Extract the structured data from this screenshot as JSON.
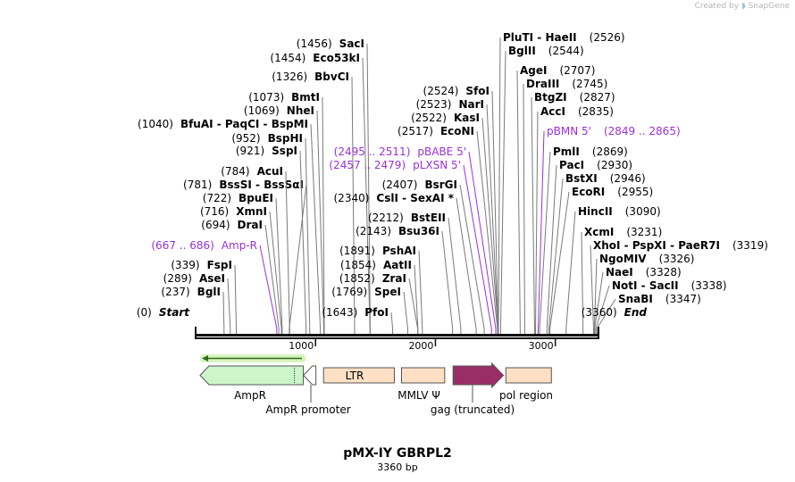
{
  "brand": {
    "prefix": "Created by",
    "name": "SnapGene"
  },
  "title": "pMX-IY GBRPL2",
  "subtitle": "3360 bp",
  "scale": {
    "length": 3360,
    "ticks": [
      "1000",
      "2000",
      "3000"
    ]
  },
  "colors": {
    "primer": "#9b30d9",
    "ampr": "#ccf5cc",
    "ampr_promoter": "#ffffff",
    "ltr": "#ffe0c4",
    "gag": "#992e66",
    "direction_arrow": "#00b300"
  },
  "sites": [
    {
      "coord": "(0)",
      "name": "Start",
      "bp": 0,
      "type": "marker"
    },
    {
      "coord": "(237)",
      "name": "BglI",
      "bp": 237
    },
    {
      "coord": "(289)",
      "name": "AseI",
      "bp": 289
    },
    {
      "coord": "(339)",
      "name": "FspI",
      "bp": 339
    },
    {
      "coord": "(667 .. 686)",
      "name": "Amp-R",
      "bp": 677,
      "type": "primer"
    },
    {
      "coord": "(694)",
      "name": "DraI",
      "bp": 694
    },
    {
      "coord": "(716)",
      "name": "XmnI",
      "bp": 716
    },
    {
      "coord": "(722)",
      "name": "BpuEI",
      "bp": 722
    },
    {
      "coord": "(781)",
      "name": "BssSI - BssSαI",
      "bp": 781
    },
    {
      "coord": "(784)",
      "name": "AcuI",
      "bp": 784
    },
    {
      "coord": "(921)",
      "name": "SspI",
      "bp": 921
    },
    {
      "coord": "(952)",
      "name": "BspHI",
      "bp": 952
    },
    {
      "coord": "(1040)",
      "name": "BfuAI - PaqCI - BspMI",
      "bp": 1040
    },
    {
      "coord": "(1069)",
      "name": "NheI",
      "bp": 1069
    },
    {
      "coord": "(1073)",
      "name": "BmtI",
      "bp": 1073
    },
    {
      "coord": "(1326)",
      "name": "BbvCI",
      "bp": 1326
    },
    {
      "coord": "(1454)",
      "name": "Eco53kI",
      "bp": 1454
    },
    {
      "coord": "(1456)",
      "name": "SacI",
      "bp": 1456
    },
    {
      "coord": "(1643)",
      "name": "PfoI",
      "bp": 1643
    },
    {
      "coord": "(1769)",
      "name": "SpeI",
      "bp": 1769
    },
    {
      "coord": "(1852)",
      "name": "ZraI",
      "bp": 1852
    },
    {
      "coord": "(1854)",
      "name": "AatII",
      "bp": 1854
    },
    {
      "coord": "(1891)",
      "name": "PshAI",
      "bp": 1891
    },
    {
      "coord": "(2143)",
      "name": "Bsu36I",
      "bp": 2143
    },
    {
      "coord": "(2212)",
      "name": "BstEII",
      "bp": 2212
    },
    {
      "coord": "(2340)",
      "name": "CslI - SexAI *",
      "bp": 2340
    },
    {
      "coord": "(2407)",
      "name": "BsrGI",
      "bp": 2407
    },
    {
      "coord": "(2457 .. 2479)",
      "name": "pLXSN 5'",
      "bp": 2468,
      "type": "primer"
    },
    {
      "coord": "(2495 .. 2511)",
      "name": "pBABE 5'",
      "bp": 2503,
      "type": "primer"
    },
    {
      "coord": "(2517)",
      "name": "EcoNI",
      "bp": 2517
    },
    {
      "coord": "(2522)",
      "name": "KasI",
      "bp": 2522
    },
    {
      "coord": "(2523)",
      "name": "NarI",
      "bp": 2523
    },
    {
      "coord": "(2524)",
      "name": "SfoI",
      "bp": 2524
    },
    {
      "coord": "(2526)",
      "name": "PluTI - HaeII",
      "bp": 2526
    },
    {
      "coord": "(2544)",
      "name": "BglII",
      "bp": 2544
    },
    {
      "coord": "(2707)",
      "name": "AgeI",
      "bp": 2707
    },
    {
      "coord": "(2745)",
      "name": "DraIII",
      "bp": 2745
    },
    {
      "coord": "(2827)",
      "name": "BtgZI",
      "bp": 2827
    },
    {
      "coord": "(2835)",
      "name": "AccI",
      "bp": 2835
    },
    {
      "coord": "(2849 .. 2865)",
      "name": "pBMN 5'",
      "bp": 2857,
      "type": "primer"
    },
    {
      "coord": "(2869)",
      "name": "PmlI",
      "bp": 2869
    },
    {
      "coord": "(2930)",
      "name": "PacI",
      "bp": 2930
    },
    {
      "coord": "(2946)",
      "name": "BstXI",
      "bp": 2946
    },
    {
      "coord": "(2955)",
      "name": "EcoRI",
      "bp": 2955
    },
    {
      "coord": "(3090)",
      "name": "HincII",
      "bp": 3090
    },
    {
      "coord": "(3231)",
      "name": "XcmI",
      "bp": 3231
    },
    {
      "coord": "(3319)",
      "name": "XhoI - PspXI - PaeR7I",
      "bp": 3319
    },
    {
      "coord": "(3326)",
      "name": "NgoMIV",
      "bp": 3326
    },
    {
      "coord": "(3328)",
      "name": "NaeI",
      "bp": 3328
    },
    {
      "coord": "(3338)",
      "name": "NotI - SacII",
      "bp": 3338
    },
    {
      "coord": "(3347)",
      "name": "SnaBI",
      "bp": 3347
    },
    {
      "coord": "(3360)",
      "name": "End",
      "bp": 3360,
      "type": "marker"
    }
  ],
  "features": [
    {
      "name": "AmpR",
      "start": 0,
      "end": 861,
      "shape": "arrow-left",
      "color": "#ccf5cc"
    },
    {
      "name": "AmpR promoter",
      "start": 862,
      "end": 966,
      "shape": "arrow-left",
      "color": "#ffffff"
    },
    {
      "name": "LTR",
      "start": 1030,
      "end": 1620,
      "shape": "box",
      "color": "#ffe0c4",
      "label_inside": true
    },
    {
      "name": "MMLV Ψ",
      "start": 1680,
      "end": 2040,
      "shape": "box",
      "color": "#ffe0c4"
    },
    {
      "name": "gag (truncated)",
      "start": 2110,
      "end": 2530,
      "shape": "arrow-right",
      "color": "#992e66"
    },
    {
      "name": "pol region",
      "start": 2550,
      "end": 2930,
      "shape": "box",
      "color": "#ffe0c4"
    }
  ]
}
